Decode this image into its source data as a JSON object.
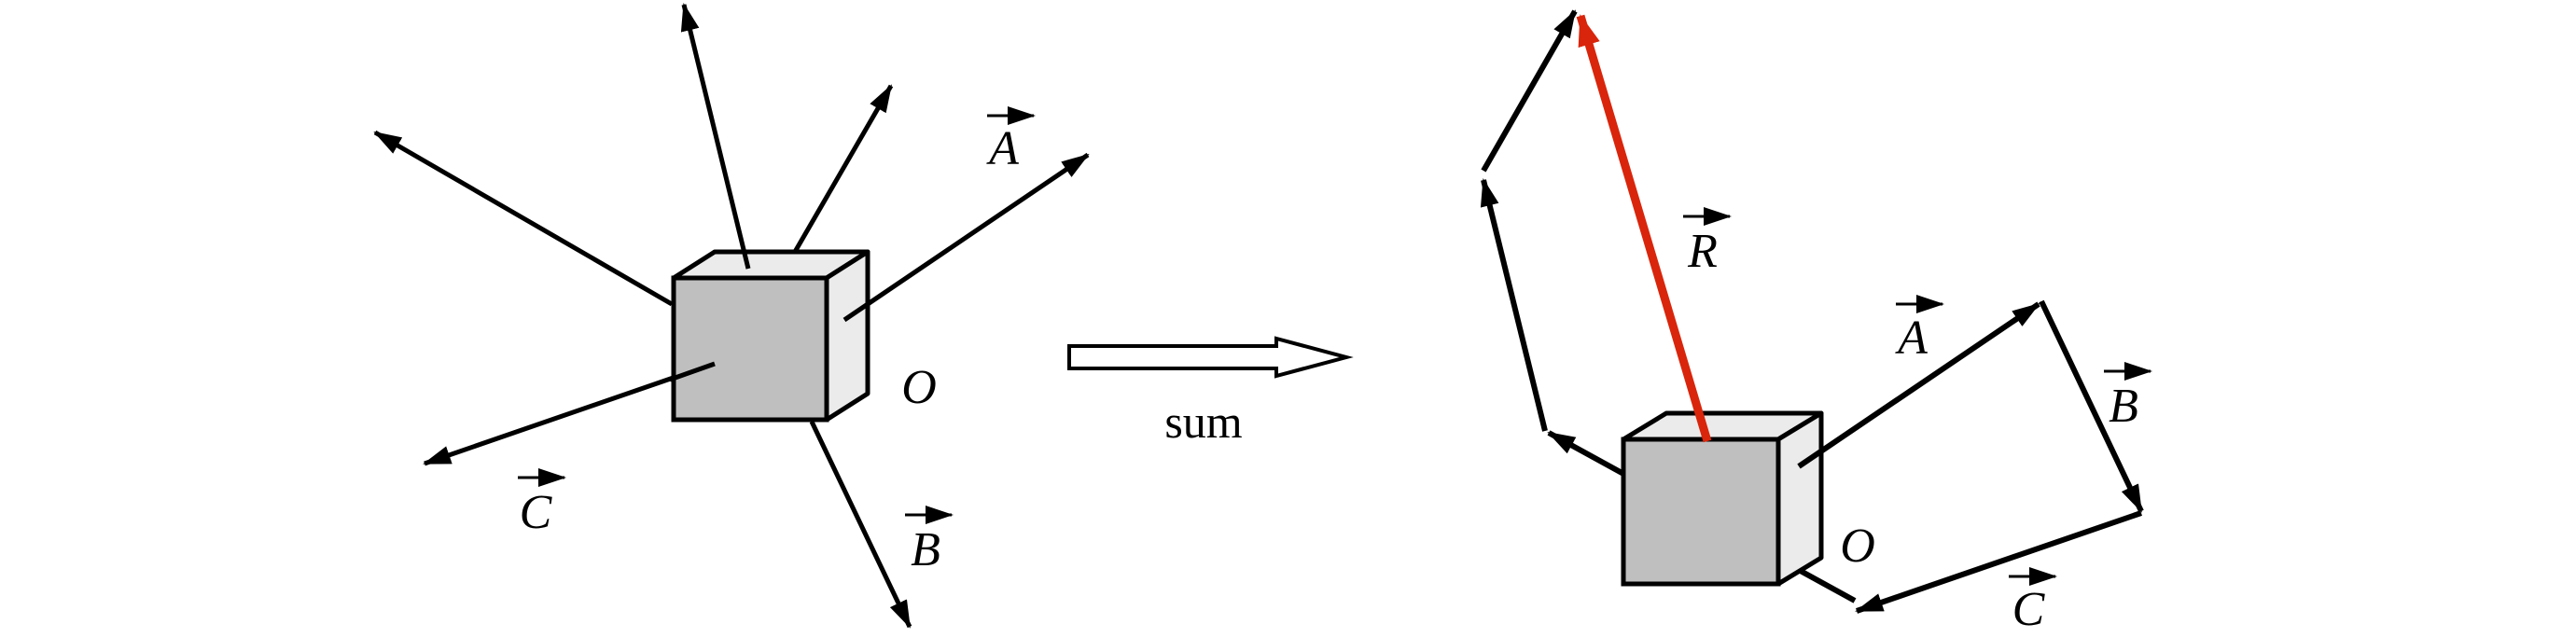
{
  "colors": {
    "stroke": "#000000",
    "cube_front": "#bfbfbf",
    "cube_side": "#ebebeb",
    "resultant": "#d9250b"
  },
  "left_panel": {
    "vector_labels": {
      "A": "A",
      "B": "B",
      "C": "C"
    },
    "origin_label": "O"
  },
  "operation": {
    "label": "sum",
    "arrow_icon": "hollow-right-arrow-icon"
  },
  "right_panel": {
    "vector_labels": {
      "A": "A",
      "B": "B",
      "C": "C",
      "R": "R"
    },
    "origin_label": "O"
  }
}
